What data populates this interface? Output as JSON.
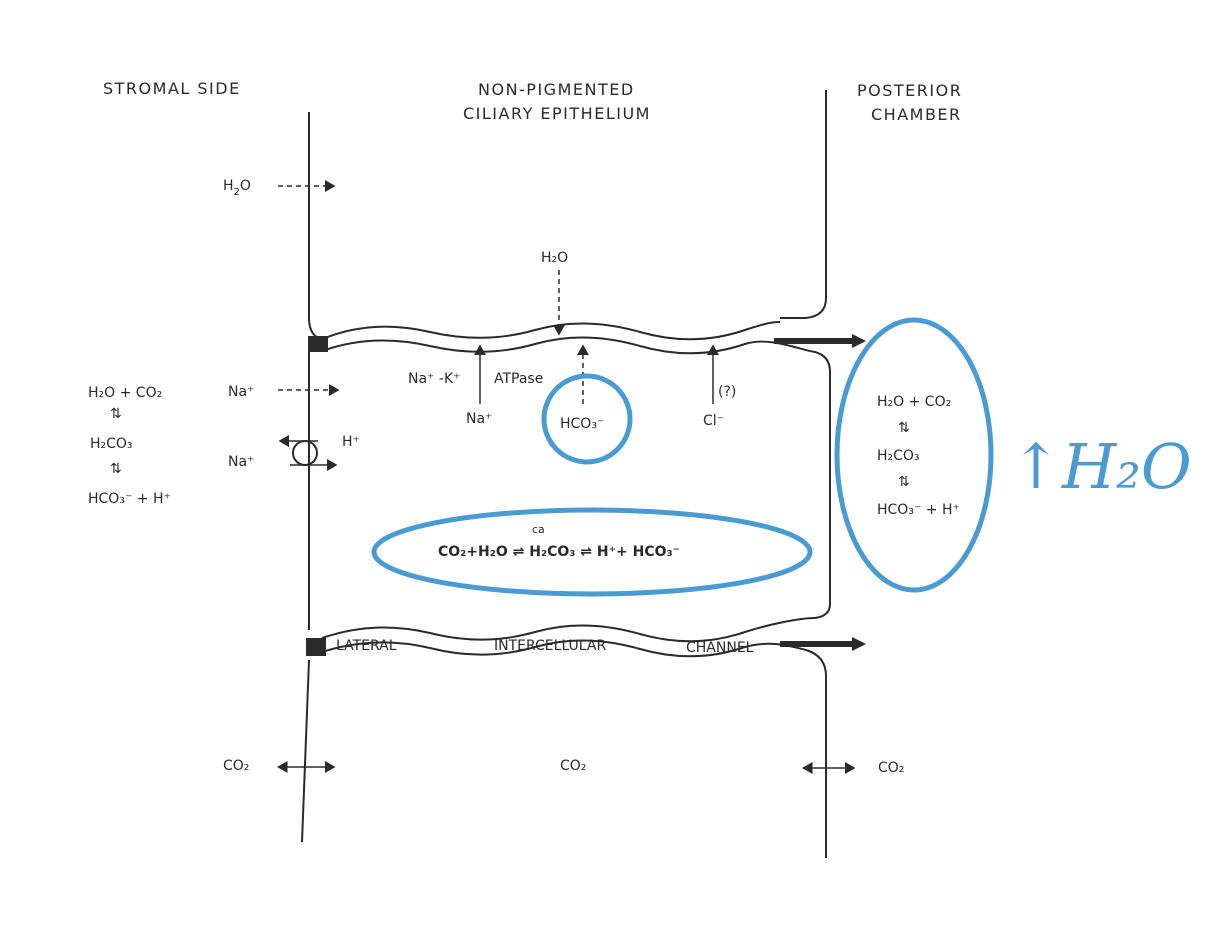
{
  "headers": {
    "stromal": "STROMAL SIDE",
    "npce_line1": "NON-PIGMENTED",
    "npce_line2": "CILIARY EPITHELIUM",
    "posterior_line1": "POSTERIOR",
    "posterior_line2": "CHAMBER"
  },
  "stromal_side": {
    "h2o": "H",
    "h2o_sub": "2",
    "h2o_o": "O",
    "eq_line1": "H₂O + CO₂",
    "eq_line2": "H₂CO₃",
    "eq_line3": "HCO₃⁻ + H⁺",
    "na_top": "Na⁺",
    "na_bottom": "Na⁺",
    "h_plus": "H⁺",
    "co2": "CO₂"
  },
  "cell": {
    "h2o_top": "H₂O",
    "na_k": "Na⁺ -K⁺",
    "atpase": "ATPase",
    "na_in": "Na⁺",
    "hco3": "HCO₃⁻",
    "cl_q": "(?)",
    "cl": "Cl⁻",
    "ca": "ca",
    "reaction": "CO₂+H₂O ⇌ H₂CO₃ ⇌ H⁺+ HCO₃⁻",
    "channel_lateral": "LATERAL",
    "channel_inter": "INTERCELLULAR",
    "channel_channel": "CHANNEL",
    "co2": "CO₂"
  },
  "posterior_side": {
    "eq_line1": "H₂O + CO₂",
    "eq_line2": "H₂CO₃",
    "eq_line3": "HCO₃⁻ + H⁺",
    "co2": "CO₂"
  },
  "annotation": {
    "handwritten": "↑H₂O",
    "color": "#4a9bd1"
  }
}
